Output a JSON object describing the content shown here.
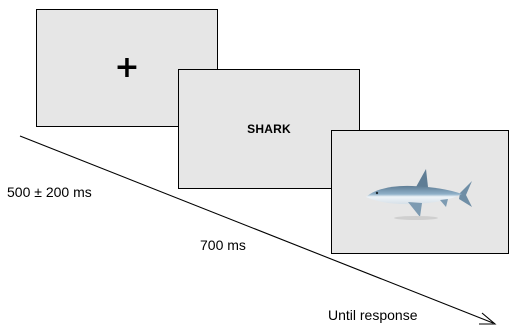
{
  "fixation": {
    "symbol": "+",
    "duration_label": "500 ± 200 ms"
  },
  "word": {
    "text": "SHARK",
    "duration_label": "700 ms"
  },
  "picture": {
    "icon": "shark-image",
    "duration_label": "Until response"
  },
  "colors": {
    "screen_fill": "#e6e6e6",
    "screen_border": "#000000",
    "text": "#000000"
  }
}
